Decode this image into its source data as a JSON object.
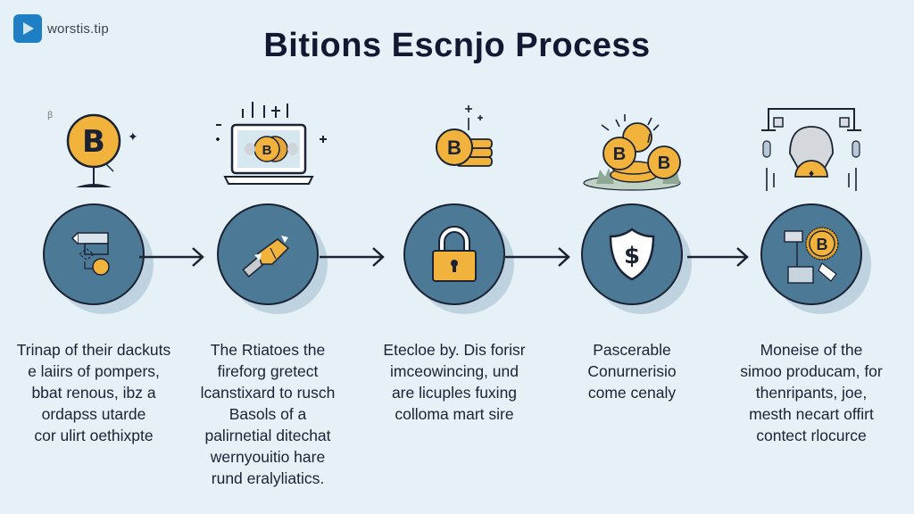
{
  "logo": {
    "icon": "play-icon",
    "text": "worstis.tip",
    "color": "#1f7fc4"
  },
  "title": "Bitions Escnjo Process",
  "colors": {
    "background": "#e6f0f7",
    "circle_fill": "#4c7a96",
    "circle_shadow": "#bfd2df",
    "outline": "#1a2233",
    "coin_gold": "#f2b33d",
    "title_text": "#121a33"
  },
  "steps": [
    {
      "top_icon": "bitcoin-coin-stand-icon",
      "circle_icon": "document-tag-coin-icon",
      "lines": [
        "Trinap of their dackuts",
        "e laiirs of pompers,",
        "bbat renous, ibz a",
        "ordapss utarde",
        "cor ulirt oethixpte"
      ]
    },
    {
      "top_icon": "laptop-bitcoin-icon",
      "circle_icon": "hand-package-icon",
      "lines": [
        "The Rtiatoes the",
        "fireforg gretect",
        "lcanstixard to rusch",
        "Basols of a",
        "palirnetial ditechat",
        "wernyouitio hare",
        "rund eralyliatics."
      ]
    },
    {
      "top_icon": "bitcoin-coin-stack-icon",
      "circle_icon": "padlock-icon",
      "lines": [
        "Etecloe by. Dis forisr",
        "imceowincing, und",
        "are licuples fuxing",
        "colloma mart sire"
      ]
    },
    {
      "top_icon": "bitcoin-pile-icon",
      "circle_icon": "shield-dollar-icon",
      "lines": [
        "Pascerable",
        "Conurnerisio",
        "come cenaly"
      ]
    },
    {
      "top_icon": "escrow-machine-icon",
      "circle_icon": "bitcoin-payout-icon",
      "lines": [
        "Moneise of the",
        "simoo producam, for",
        "thenripants, joe,",
        "mesth necart offirt",
        "contect rlocurce"
      ]
    }
  ]
}
